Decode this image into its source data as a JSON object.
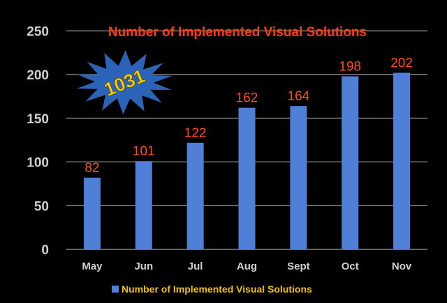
{
  "chart_data": {
    "type": "bar",
    "title": "Number of Implemented Visual Solutions",
    "categories": [
      "May",
      "Jun",
      "Jul",
      "Aug",
      "Sept",
      "Oct",
      "Nov"
    ],
    "series": [
      {
        "name": "Number of Implemented Visual Solutions",
        "values": [
          82,
          101,
          122,
          162,
          164,
          198,
          202
        ],
        "data_labels": [
          "82",
          "101",
          "122",
          "162",
          "164",
          "198",
          "202"
        ]
      }
    ],
    "yticks": [
      "0",
      "50",
      "100",
      "150",
      "200",
      "250"
    ],
    "ylim": [
      0,
      250
    ],
    "grid": true,
    "legend_position": "bottom",
    "annotation": "1031",
    "colors": {
      "bar": "#4f7fd6",
      "title": "#ff3a10",
      "data_label": "#ff4a1a",
      "legend_text": "#f2c200",
      "burst_fill": "#2a63b8",
      "burst_text": "#ffd000",
      "background": "#000000"
    }
  }
}
